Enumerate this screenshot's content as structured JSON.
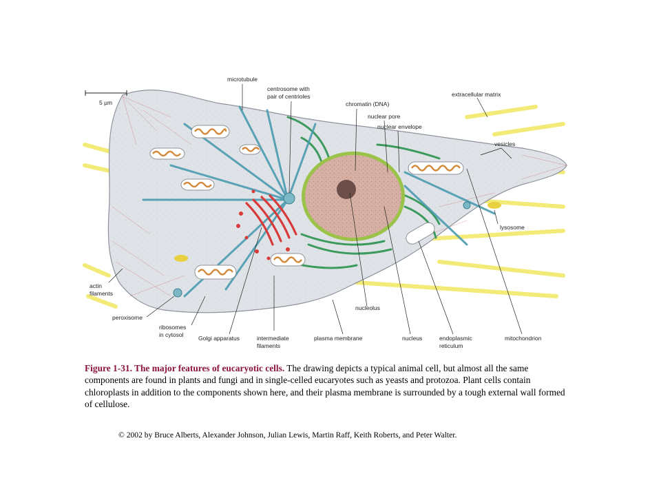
{
  "scale_bar": {
    "label": "5 µm"
  },
  "labels": {
    "microtubule": "microtubule",
    "centrosome_1": "centrosome with",
    "centrosome_2": "pair of centrioles",
    "chromatin": "chromatin (DNA)",
    "nuclear_pore": "nuclear pore",
    "nuclear_envelope": "nuclear envelope",
    "extracellular_matrix": "extracellular matrix",
    "vesicles": "vesicles",
    "lysosome": "lysosome",
    "actin_1": "actin",
    "actin_2": "filaments",
    "peroxisome": "peroxisome",
    "ribosomes_1": "ribosomes",
    "ribosomes_2": "in cytosol",
    "golgi": "Golgi apparatus",
    "intermediate_1": "intermediate",
    "intermediate_2": "filaments",
    "plasma_membrane": "plasma membrane",
    "nucleolus": "nucleolus",
    "nucleus": "nucleus",
    "er_1": "endoplasmic",
    "er_2": "reticulum",
    "mitochondrion": "mitochondrion"
  },
  "colors": {
    "cytoplasm": "#dfe3e8",
    "nucleus_fill": "#d9b3a8",
    "nuclear_envelope": "#9bc34a",
    "microtubule": "#4b9bb0",
    "golgi": "#d83a3a",
    "mitochondrion": "#d48a3a",
    "er": "#3c9a5c",
    "ecm": "#f2e96a",
    "lysosome": "#e8d040",
    "actin": "#c8504a",
    "caption_title": "#8b1538"
  },
  "caption": {
    "title": "Figure 1-31. The major features of eucaryotic cells.",
    "body": " The drawing depicts a typical animal cell, but almost all the same components are found in plants and fungi and in single-celled eucaryotes such as yeasts and protozoa. Plant cells contain chloroplasts in addition to the components shown here, and their plasma membrane is surrounded by a tough external wall formed of cellulose."
  },
  "copyright": "© 2002 by Bruce Alberts, Alexander Johnson, Julian Lewis, Martin Raff, Keith Roberts, and Peter Walter."
}
